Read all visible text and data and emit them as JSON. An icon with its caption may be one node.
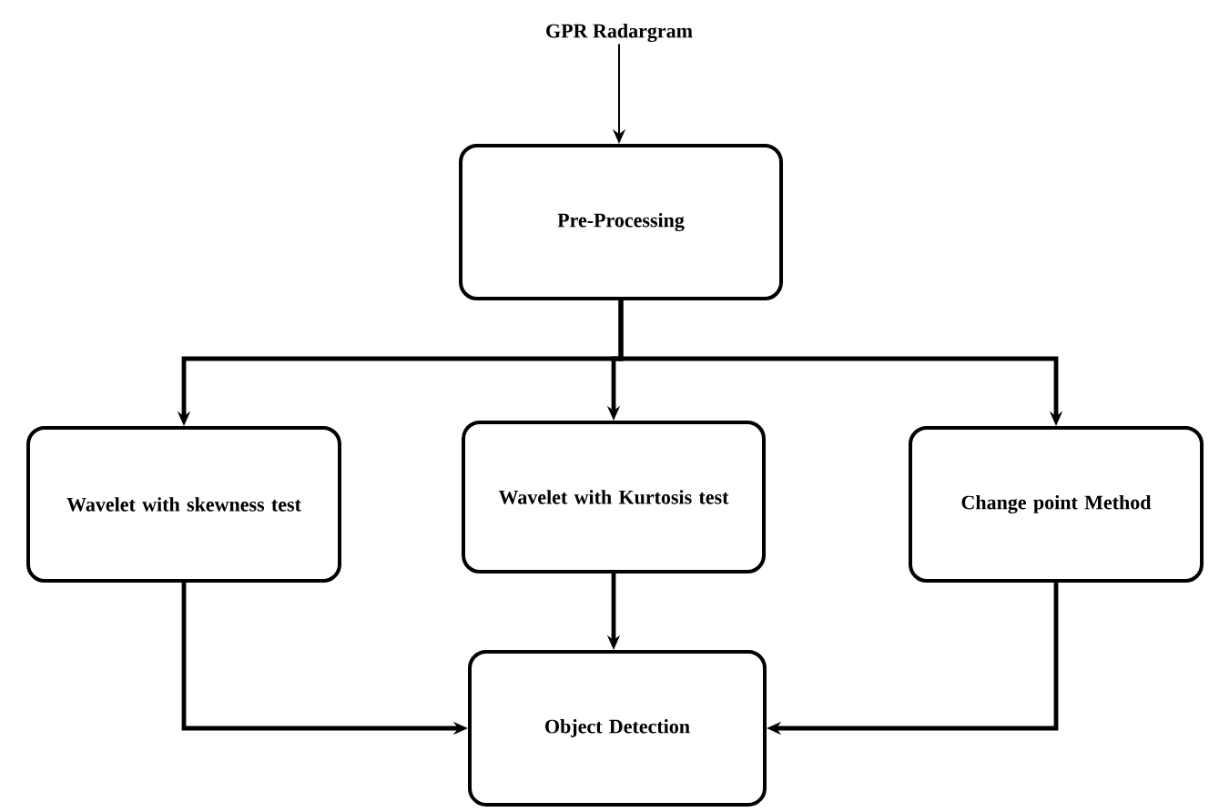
{
  "diagram": {
    "nodes": [
      {
        "text": [
          "GPR Radargram"
        ]
      },
      {
        "text": [
          "Pre-Processing"
        ]
      },
      {
        "text": [
          "Wavelet with skewness test"
        ]
      },
      {
        "text": [
          "Wavelet with Kurtosis test"
        ]
      },
      {
        "text": [
          "Change point Method"
        ]
      },
      {
        "text": [
          "Object Detection"
        ]
      }
    ],
    "edges": [
      {
        "from": 0,
        "to": 1,
        "arrow": "to"
      },
      {
        "from": 1,
        "to": 2,
        "arrow": "to"
      },
      {
        "from": 1,
        "to": 3,
        "arrow": "to"
      },
      {
        "from": 1,
        "to": 4,
        "arrow": "to"
      },
      {
        "from": 2,
        "to": 5,
        "arrow": "to"
      },
      {
        "from": 3,
        "to": 5,
        "arrow": "to"
      },
      {
        "from": 4,
        "to": 5,
        "arrow": "to"
      }
    ]
  }
}
